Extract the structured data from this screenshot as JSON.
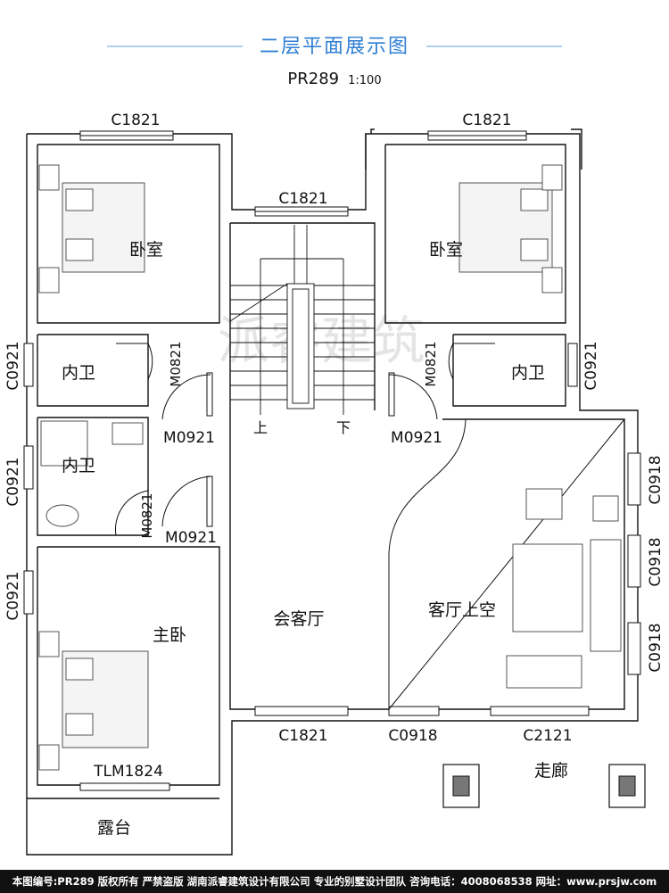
{
  "header": {
    "title": "二层平面展示图",
    "code": "PR289",
    "scale": "1:100"
  },
  "watermark": "派睿建筑",
  "rooms": {
    "bedroom_left": "卧室",
    "bedroom_right": "卧室",
    "bath_left_upper": "内卫",
    "bath_left_lower": "内卫",
    "bath_right": "内卫",
    "master_bedroom": "主卧",
    "reception_hall": "会客厅",
    "living_void": "客厅上空",
    "corridor": "走廊",
    "terrace": "露台"
  },
  "labels": {
    "c1821_top_left": "C1821",
    "c1821_top_right": "C1821",
    "c1821_stair": "C1821",
    "c0921_left_1": "C0921",
    "c0921_left_2": "C0921",
    "c0921_left_3": "C0921",
    "c0921_right": "C0921",
    "c0918_right_1": "C0918",
    "c0918_right_2": "C0918",
    "c0918_right_3": "C0918",
    "c1821_bottom": "C1821",
    "c0918_bottom": "C0918",
    "c2121_bottom": "C2121",
    "m0821_left_1": "M0821",
    "m0821_left_2": "M0821",
    "m0821_right": "M0821",
    "m0921_left_1": "M0921",
    "m0921_left_2": "M0921",
    "m0921_right": "M0921",
    "tlm1824": "TLM1824",
    "stair_up": "上",
    "stair_down": "下"
  },
  "footer": "本图编号:PR289 版权所有 严禁盗版 湖南派睿建筑设计有限公司 专业的别墅设计团队 咨询电话：4008068538 网址：www.prsjw.com"
}
